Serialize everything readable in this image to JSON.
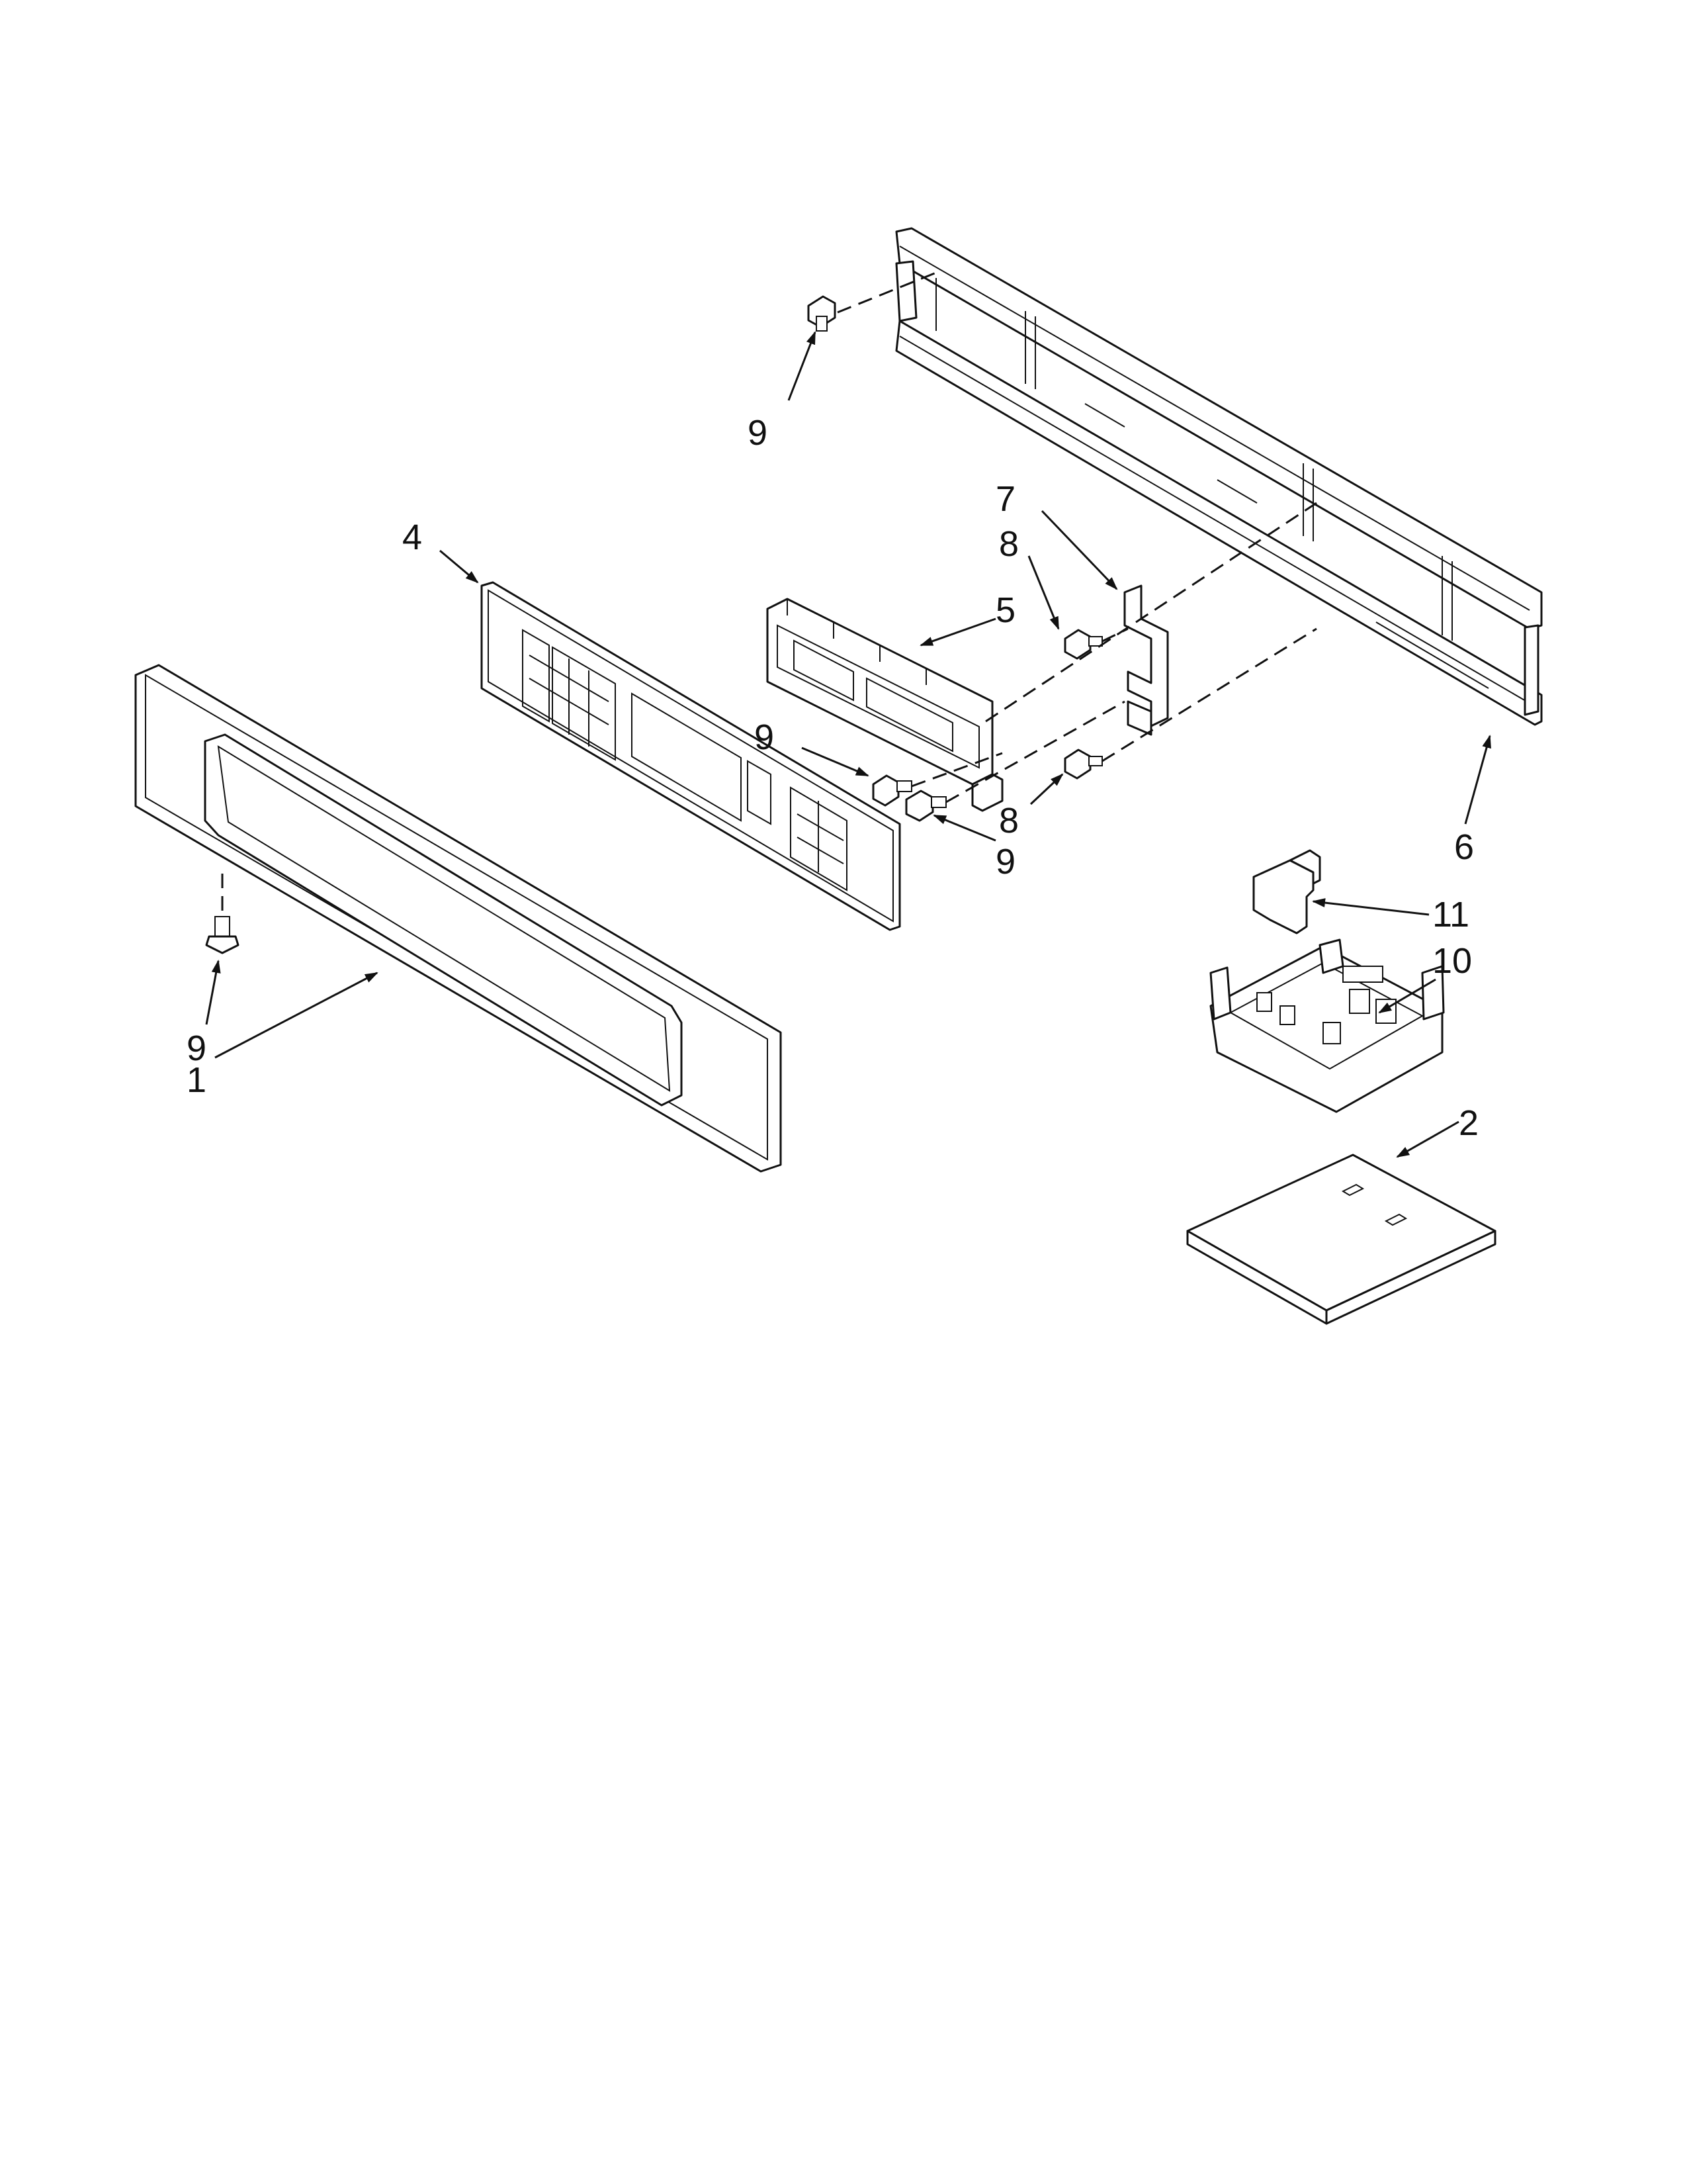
{
  "diagram": {
    "accent_color": "#111111",
    "background_color": "#ffffff",
    "callouts": {
      "c1": "1",
      "c2": "2",
      "c4": "4",
      "c5": "5",
      "c6": "6",
      "c7": "7",
      "c8_upper": "8",
      "c8_lower": "8",
      "c9_top": "9",
      "c9_left": "9",
      "c9_mid": "9",
      "c9_low": "9",
      "c10": "10",
      "c11": "11"
    }
  }
}
